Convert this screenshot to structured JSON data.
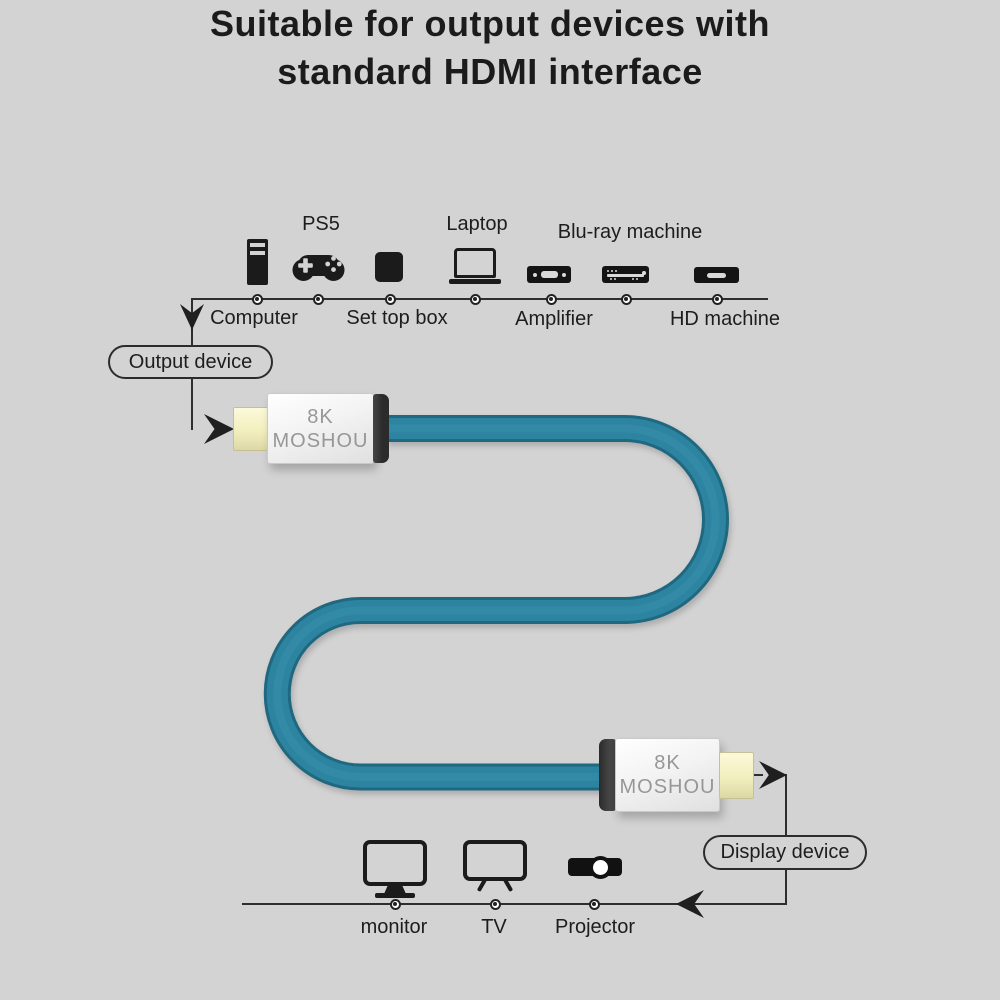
{
  "title": {
    "line1": "Suitable for output devices with",
    "line2": "standard HDMI interface"
  },
  "output_section": {
    "pill_label": "Output device",
    "labels_above": {
      "ps5": "PS5",
      "laptop": "Laptop",
      "bluray": "Blu-ray machine"
    },
    "labels_below": {
      "computer": "Computer",
      "set_top_box": "Set top box",
      "amplifier": "Amplifier",
      "hd_machine": "HD machine"
    },
    "icons": [
      "computer-tower-icon",
      "game-controller-icon",
      "set-top-box-icon",
      "laptop-icon",
      "amplifier-icon",
      "blu-ray-machine-icon",
      "hd-machine-icon"
    ]
  },
  "cable": {
    "badge_line1": "8K",
    "badge_line2": "MOSHOU"
  },
  "display_section": {
    "pill_label": "Display device",
    "labels": {
      "monitor": "monitor",
      "tv": "TV",
      "projector": "Projector"
    },
    "icons": [
      "monitor-icon",
      "tv-icon",
      "projector-icon"
    ]
  },
  "colors": {
    "background": "#d3d3d3",
    "cable_edge": "#20687f",
    "cable_main": "#2d84a1",
    "cable_highlight": "#3a93af",
    "connector_gold": "#f4f1c3",
    "connector_cap": "#2e2e2e",
    "connector_text": "#979797",
    "line_color": "#2e2e2e",
    "text_dark": "#1d1d1d"
  }
}
